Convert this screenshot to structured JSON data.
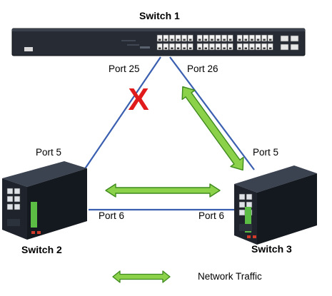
{
  "diagram": {
    "switches": [
      {
        "id": "switch1",
        "label": "Switch 1"
      },
      {
        "id": "switch2",
        "label": "Switch 2"
      },
      {
        "id": "switch3",
        "label": "Switch 3"
      }
    ],
    "ports": {
      "s1_left": "Port 25",
      "s1_right": "Port 26",
      "s2_top": "Port 5",
      "s2_right": "Port 6",
      "s3_top": "Port 5",
      "s3_left": "Port 6"
    },
    "blocked_marker": "X",
    "legend": {
      "label": "Network Traffic"
    },
    "colors": {
      "link": "#3a5fb0",
      "traffic_fill": "#8bd14a",
      "traffic_stroke": "#3f8a1e",
      "blocked": "#e11b1b",
      "switch_body": "#1f2530"
    }
  }
}
